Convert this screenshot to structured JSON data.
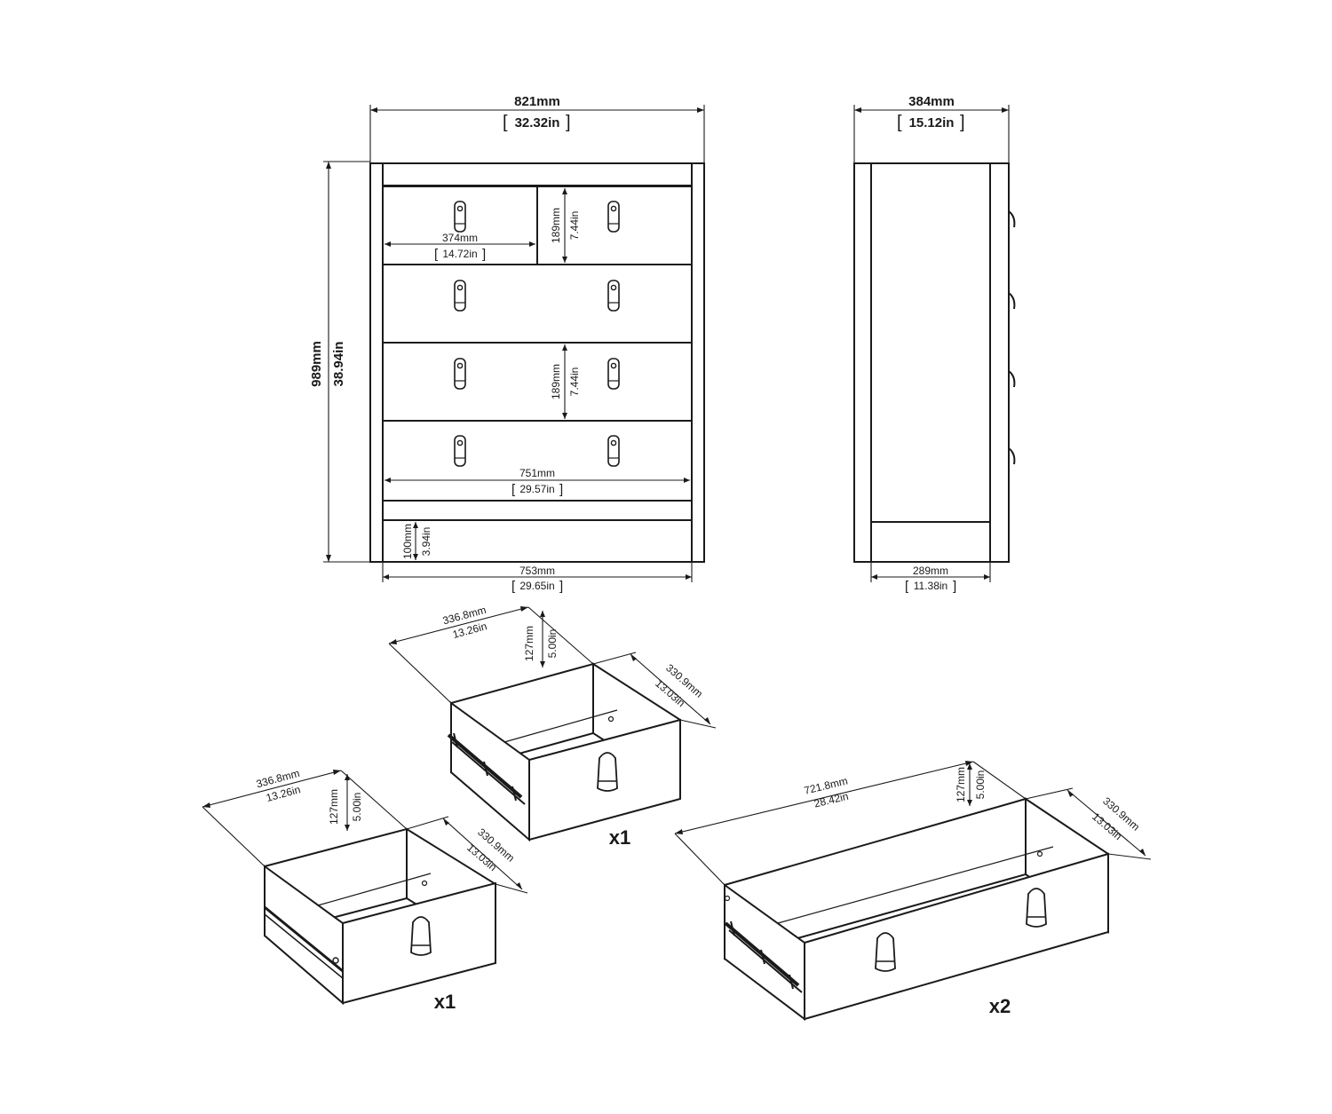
{
  "front_view": {
    "width": {
      "mm": "821mm",
      "in": "32.32in"
    },
    "height": {
      "mm": "989mm",
      "in": "38.94in"
    },
    "top_drawer_width": {
      "mm": "374mm",
      "in": "14.72in"
    },
    "top_drawer_height": {
      "mm": "189mm",
      "in": "7.44in"
    },
    "drawer_height": {
      "mm": "189mm",
      "in": "7.44in"
    },
    "drawer_width": {
      "mm": "751mm",
      "in": "29.57in"
    },
    "plinth_height": {
      "mm": "100mm",
      "in": "3.94in"
    },
    "inner_width": {
      "mm": "753mm",
      "in": "29.65in"
    }
  },
  "side_view": {
    "depth": {
      "mm": "384mm",
      "in": "15.12in"
    },
    "inner_depth": {
      "mm": "289mm",
      "in": "11.38in"
    }
  },
  "drawers": [
    {
      "width": {
        "mm": "336.8mm",
        "in": "13.26in"
      },
      "height": {
        "mm": "127mm",
        "in": "5.00in"
      },
      "depth": {
        "mm": "330.9mm",
        "in": "13.03in"
      },
      "qty": "x1"
    },
    {
      "width": {
        "mm": "336.8mm",
        "in": "13.26in"
      },
      "height": {
        "mm": "127mm",
        "in": "5.00in"
      },
      "depth": {
        "mm": "330.9mm",
        "in": "13.03in"
      },
      "qty": "x1"
    },
    {
      "width": {
        "mm": "721.8mm",
        "in": "28.42in"
      },
      "height": {
        "mm": "127mm",
        "in": "5.00in"
      },
      "depth": {
        "mm": "330.9mm",
        "in": "13.03in"
      },
      "qty": "x2"
    }
  ]
}
